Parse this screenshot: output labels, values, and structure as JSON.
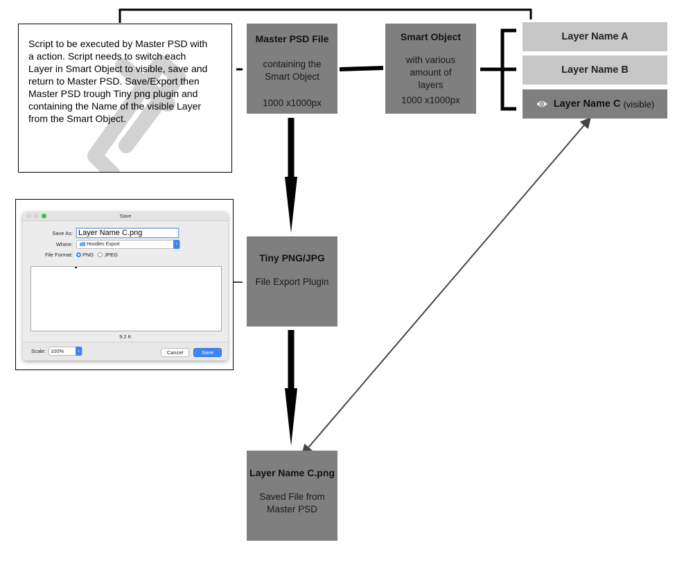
{
  "script_note": {
    "lines": [
      "Script to be executed by Master PSD with",
      "a action. Script needs to switch each",
      "Layer in Smart Object to visible, save and",
      "return to Master PSD. Save/Export then",
      "Master PSD trough Tiny png plugin and",
      "containing the Name of the visible Layer",
      "from the Smart Object."
    ]
  },
  "master_psd": {
    "title": "Master PSD File",
    "desc_1": "containing the",
    "desc_2": "Smart Object",
    "size": "1000 x1000px"
  },
  "smart_object": {
    "title": "Smart Object",
    "desc_1": "with various",
    "desc_2": "amount of",
    "desc_3": "layers",
    "size": "1000 x1000px"
  },
  "layers": [
    {
      "label": "Layer Name A"
    },
    {
      "label": "Layer Name B"
    },
    {
      "label": "Layer Name C",
      "note": "(visible)"
    }
  ],
  "tiny_png": {
    "title": "Tiny PNG/JPG",
    "desc": "File Export Plugin"
  },
  "saved_file": {
    "title": "Layer Name C.png",
    "desc_1": "Saved File from",
    "desc_2": "Master PSD"
  },
  "save_dialog": {
    "window_title": "Save",
    "save_as_label": "Save As:",
    "save_as_value": "Layer Name C.png",
    "where_label": "Where:",
    "where_value": "Hoodies Export",
    "format_label": "File Format:",
    "format_png": "PNG",
    "format_jpeg": "JPEG",
    "file_size": "9.2 K",
    "scale_label": "Scale:",
    "scale_value": "100%",
    "cancel_label": "Cancel",
    "save_label": "Save"
  },
  "icons": {
    "watermark": "paperclip-icon",
    "eye": "eye-icon",
    "folder": "folder-icon"
  },
  "colors": {
    "box_dark": "#7f7f7f",
    "box_light": "#c6c6c6",
    "accent_blue": "#3b86f2"
  }
}
